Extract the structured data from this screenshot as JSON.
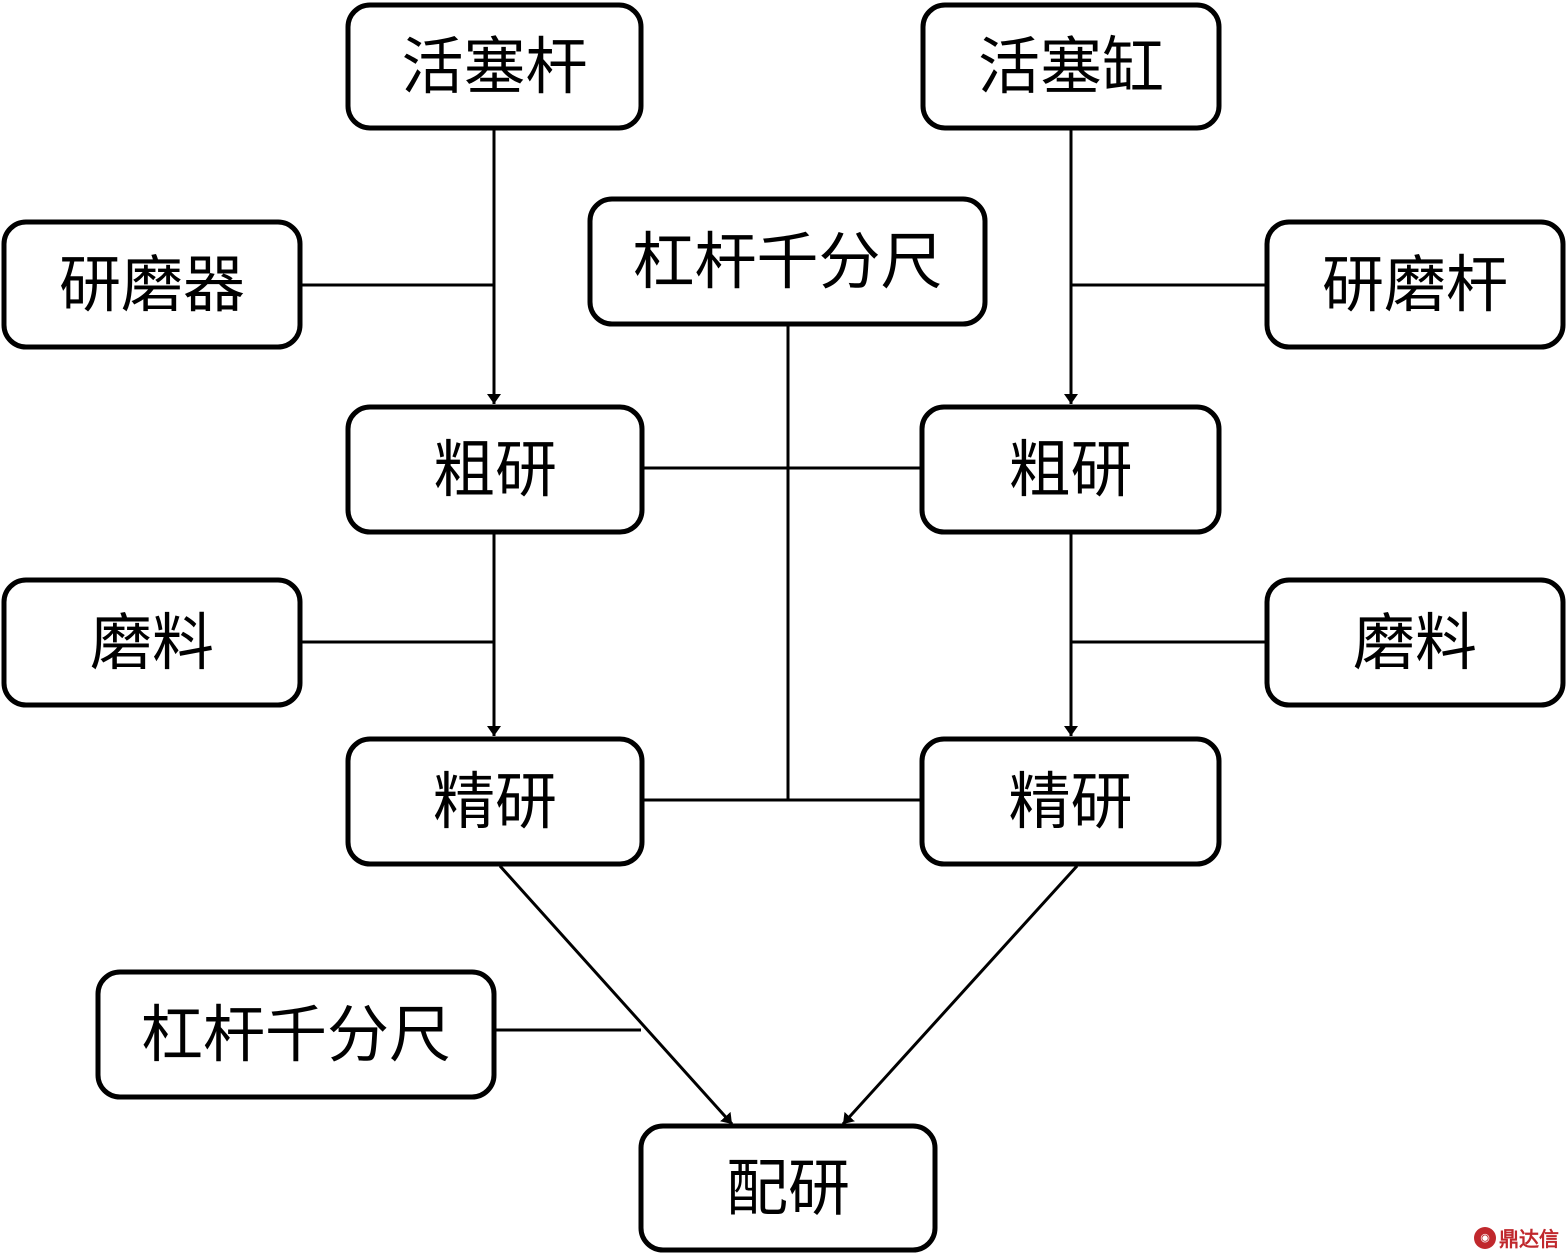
{
  "nodes": {
    "piston_rod": "活塞杆",
    "piston_cylinder": "活塞缸",
    "lapping_tool_left": "研磨器",
    "lever_micrometer_top": "杠杆千分尺",
    "lapping_rod_right": "研磨杆",
    "rough_lap_left": "粗研",
    "rough_lap_right": "粗研",
    "abrasive_left": "磨料",
    "abrasive_right": "磨料",
    "fine_lap_left": "精研",
    "fine_lap_right": "精研",
    "lever_micrometer_bottom": "杠杆千分尺",
    "match_lap": "配研"
  },
  "watermark": {
    "text": "鼎达信",
    "color": "#c0282d"
  }
}
